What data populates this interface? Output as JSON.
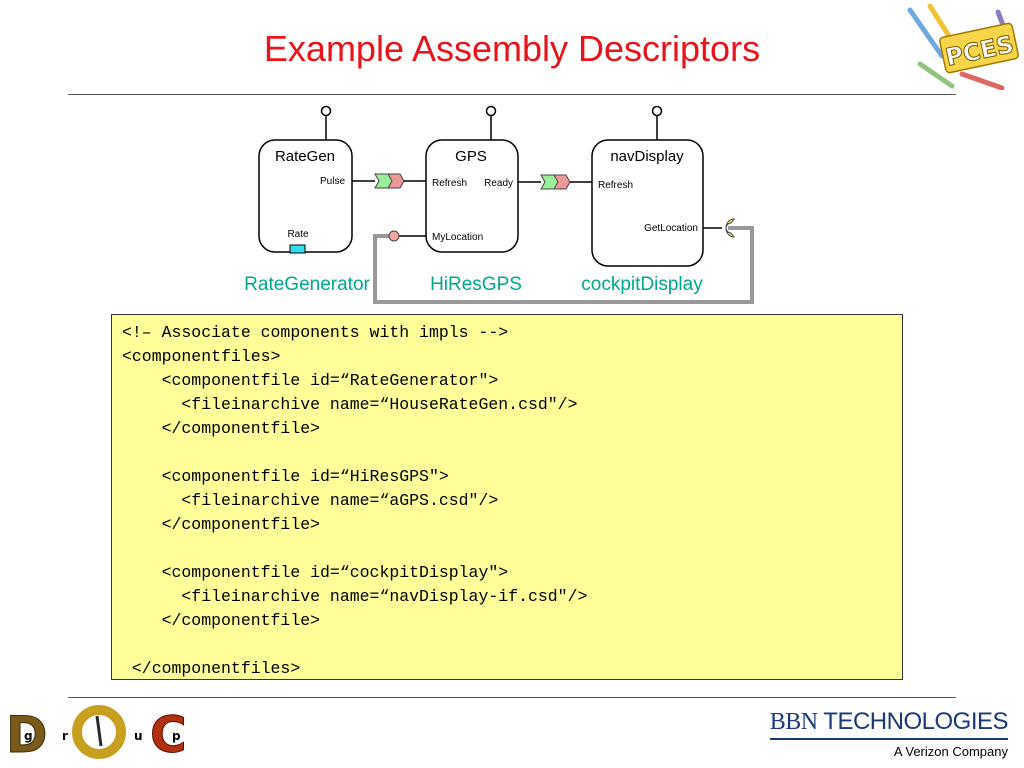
{
  "slide": {
    "title": "Example Assembly Descriptors"
  },
  "logos": {
    "pces": {
      "text": "PCES",
      "icon": "pces-logo"
    },
    "doc": {
      "letters": [
        "D",
        "O",
        "C",
        "g",
        "r",
        "u",
        "p"
      ],
      "icon": "doc-group-logo"
    },
    "bbn": {
      "name_part1": "BBN",
      "name_part2": " TECHNOLOGIES",
      "tagline": "A Verizon Company"
    }
  },
  "diagram": {
    "components": [
      {
        "name": "RateGen",
        "instance": "RateGenerator",
        "ports": [
          "Pulse",
          "Rate"
        ]
      },
      {
        "name": "GPS",
        "instance": "HiResGPS",
        "ports": [
          "Refresh",
          "Ready",
          "MyLocation"
        ]
      },
      {
        "name": "navDisplay",
        "instance": "cockpitDisplay",
        "ports": [
          "Refresh",
          "GetLocation"
        ]
      }
    ],
    "colors": {
      "instance_label": "#00a890",
      "event_sink": "#99ee99",
      "event_source": "#ee9999",
      "attribute": "#33ddee",
      "receptacle": "#ffee66",
      "facet": "#f4a8a0",
      "connection": "#999999"
    }
  },
  "code": {
    "lines": [
      "<!– Associate components with impls -->",
      "<componentfiles>",
      "    <componentfile id=“RateGenerator\">",
      "      <fileinarchive name=“HouseRateGen.csd\"/>",
      "    </componentfile>",
      "",
      "    <componentfile id=“HiResGPS\">",
      "      <fileinarchive name=“aGPS.csd\"/>",
      "    </componentfile>",
      "",
      "    <componentfile id=“cockpitDisplay\">",
      "      <fileinarchive name=“navDisplay-if.csd\"/>",
      "    </componentfile>",
      "",
      " </componentfiles>"
    ]
  }
}
